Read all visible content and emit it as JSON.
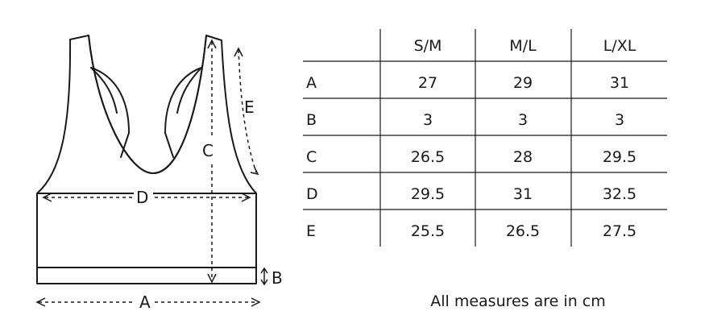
{
  "diagram": {
    "labels": {
      "a": "A",
      "b": "B",
      "c": "C",
      "d": "D",
      "e": "E"
    }
  },
  "size_table": {
    "columns": [
      "",
      "S/M",
      "M/L",
      "L/XL"
    ],
    "rows": [
      [
        "A",
        "27",
        "29",
        "31"
      ],
      [
        "B",
        "3",
        "3",
        "3"
      ],
      [
        "C",
        "26.5",
        "28",
        "29.5"
      ],
      [
        "D",
        "29.5",
        "31",
        "32.5"
      ],
      [
        "E",
        "25.5",
        "26.5",
        "27.5"
      ]
    ]
  },
  "note": "All measures are in cm"
}
